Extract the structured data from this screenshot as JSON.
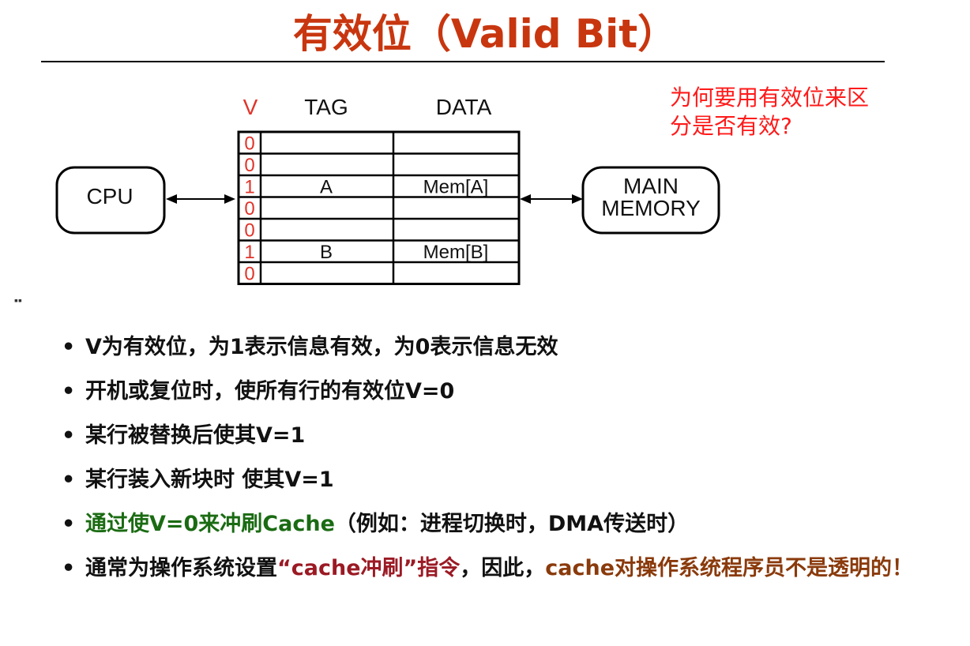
{
  "title": "有效位（Valid Bit）",
  "question": "为何要用有效位来区分是否有效?",
  "diagram": {
    "header_v": "V",
    "header_tag": "TAG",
    "header_data": "DATA",
    "cpu": "CPU",
    "memory_line1": "MAIN",
    "memory_line2": "MEMORY",
    "rows": [
      {
        "v": "0",
        "tag": "",
        "data": ""
      },
      {
        "v": "0",
        "tag": "",
        "data": ""
      },
      {
        "v": "1",
        "tag": "A",
        "data": "Mem[A]"
      },
      {
        "v": "0",
        "tag": "",
        "data": ""
      },
      {
        "v": "0",
        "tag": "",
        "data": ""
      },
      {
        "v": "1",
        "tag": "B",
        "data": "Mem[B]"
      },
      {
        "v": "0",
        "tag": "",
        "data": ""
      }
    ],
    "colors": {
      "v_bits": "#e0342a",
      "lines": "#000000"
    }
  },
  "stray_mark": "▪▪",
  "bullets": {
    "dot": "•",
    "b1": "V为有效位，为1表示信息有效，为0表示信息无效",
    "b2": "开机或复位时，使所有行的有效位V=0",
    "b3": "某行被替换后使其V=1",
    "b4": "某行装入新块时 使其V=1",
    "b5_green": "通过使V=0来冲刷Cache",
    "b5_rest": "（例如：进程切换时，DMA传送时）",
    "b6_a": "通常为操作系统设置",
    "b6_b": "“cache冲刷”指令",
    "b6_c": "，因此，",
    "b6_d": "cache对操作系统程序员不是透明的！"
  },
  "palette": {
    "title": "#c8360f",
    "question": "#ff1a1a",
    "green": "#1a6b12",
    "maroon": "#9b1a24",
    "brown": "#8a3a0b"
  }
}
